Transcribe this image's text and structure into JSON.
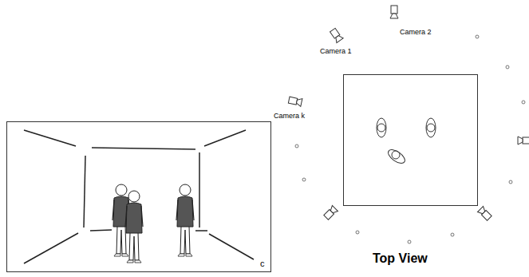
{
  "diagram": {
    "labels": [
      "Camera 2",
      "Camera 1",
      "Camera k",
      "c",
      "Top View"
    ]
  }
}
